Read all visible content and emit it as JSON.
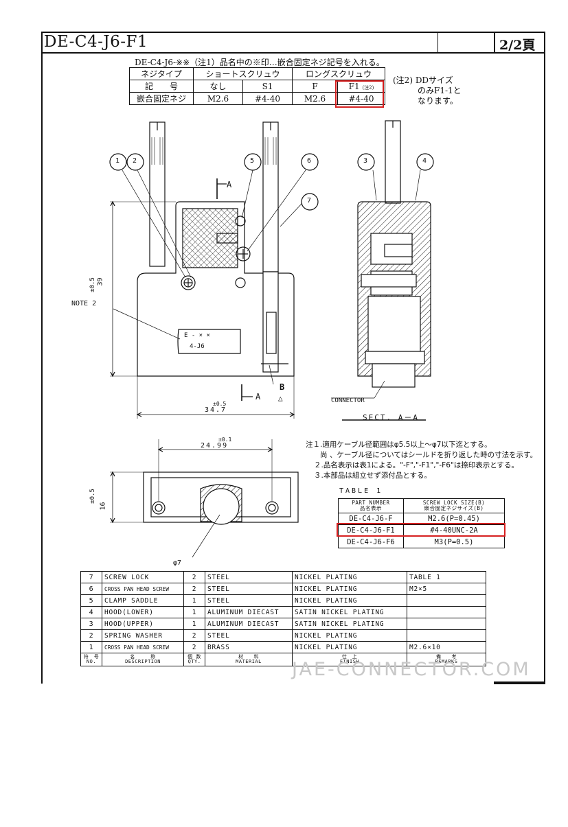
{
  "header": {
    "title": "DE-C4-J6-F1",
    "page": "2/2頁"
  },
  "note1": "DE-C4-J6-※※（注1）品名中の※印…嵌合固定ネジ記号を入れる。",
  "spec_table": {
    "h_type": "ネジタイプ",
    "h_short": "ショートスクリュウ",
    "h_long": "ロングスクリュウ",
    "r1_label": "記　　号",
    "r1": [
      "なし",
      "S1",
      "F",
      "F1"
    ],
    "r1_note": "(注2)",
    "r2_label": "嵌合固定ネジ",
    "r2": [
      "M2.6",
      "#4-40",
      "M2.6",
      "#4-40"
    ]
  },
  "note2": [
    "(注2) DDサイズ",
    "のみF1-1と",
    "なります。"
  ],
  "balloons": [
    "1",
    "2",
    "3",
    "4",
    "5",
    "6",
    "7"
  ],
  "dims": {
    "tol_05": "±0.5",
    "height": "39",
    "width": "34.7",
    "tol_01": "±0.1",
    "pitch": "24.99",
    "height2": "16",
    "phi7": "φ7"
  },
  "labels": {
    "note2": "NOTE 2",
    "sectA": "A",
    "secB": "B",
    "connector": "CONNECTOR",
    "sect_title": "SECT.  A－A",
    "triangle": "△",
    "marking1": "E ‐ × ×",
    "marking2": "4‐J6"
  },
  "notes": [
    "注１.適用ケーブル径範囲はφ5.5以上～φ7以下迄とする。",
    "　　尚 、ケーブル径についてはシールドを折り返した時の寸法を示す。",
    "２.品名表示は表1による。\"‐F\",\"‐F1\",\"‐F6\"は捺印表示とする。",
    "３.本部品は組立せず添付品とする。"
  ],
  "table1": {
    "title": "TABLE  1",
    "h1a": "PART NUMBER",
    "h1b": "品名表示",
    "h2a": "SCREW LOCK SIZE(B)",
    "h2b": "嵌合固定ネジサイズ(B)",
    "rows": [
      [
        "DE-C4-J6-F",
        "M2.6(P=0.45)"
      ],
      [
        "DE-C4-J6-F1",
        "#4-40UNC-2A"
      ],
      [
        "DE-C4-J6-F6",
        "M3(P=0.5)"
      ]
    ]
  },
  "parts": [
    {
      "no": "7",
      "desc": "SCREW LOCK",
      "qty": "2",
      "mat": "STEEL",
      "fin": "NICKEL PLATING",
      "rem": "TABLE  1"
    },
    {
      "no": "6",
      "desc": "CROSS PAN HEAD SCREW",
      "qty": "2",
      "mat": "STEEL",
      "fin": "NICKEL PLATING",
      "rem": "M2×5"
    },
    {
      "no": "5",
      "desc": "CLAMP SADDLE",
      "qty": "1",
      "mat": "STEEL",
      "fin": "NICKEL PLATING",
      "rem": ""
    },
    {
      "no": "4",
      "desc": "HOOD(LOWER)",
      "qty": "1",
      "mat": "ALUMINUM DIECAST",
      "fin": "SATIN NICKEL PLATING",
      "rem": ""
    },
    {
      "no": "3",
      "desc": "HOOD(UPPER)",
      "qty": "1",
      "mat": "ALUMINUM DIECAST",
      "fin": "SATIN NICKEL PLATING",
      "rem": ""
    },
    {
      "no": "2",
      "desc": "SPRING WASHER",
      "qty": "2",
      "mat": "STEEL",
      "fin": "NICKEL PLATING",
      "rem": ""
    },
    {
      "no": "1",
      "desc": "CROSS PAN HEAD SCREW",
      "qty": "2",
      "mat": "BRASS",
      "fin": "NICKEL PLATING",
      "rem": "M2.6×10"
    }
  ],
  "parts_header": {
    "no": "符　号\nNO.",
    "desc": "名　　　称\nDESCRIPTION",
    "qty": "個 数\nQTY.",
    "mat": "材　　料\nMATERIAL",
    "fin": "仕　上\nFINISH",
    "rem": "備　　考\nREMARKS"
  },
  "watermark": "JAE-CONNECTOR.COM",
  "colors": {
    "highlight": "#d62020",
    "line": "#111111"
  }
}
